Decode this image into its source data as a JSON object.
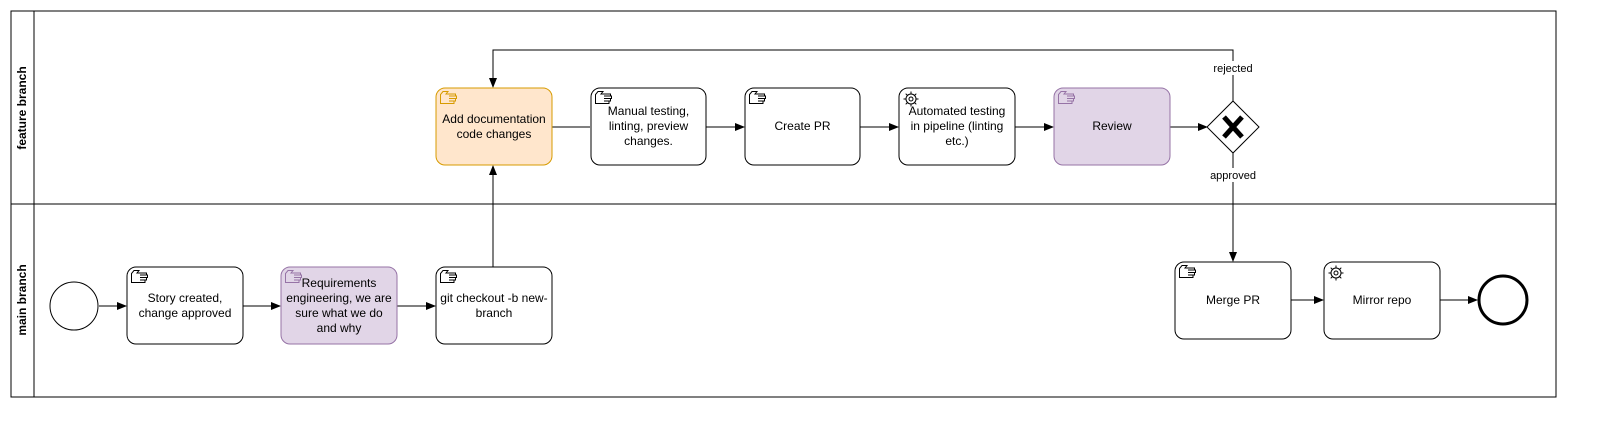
{
  "lanes": {
    "feature": "feature branch",
    "main": "main branch"
  },
  "tasks": {
    "story": {
      "label": "Story created, change approved",
      "kind": "manual",
      "fill": "#ffffff",
      "stroke": "#000000"
    },
    "requirements": {
      "label": "Requirements engineering, we are sure what we do and why",
      "kind": "manual",
      "fill": "#e1d5e7",
      "stroke": "#9673a6"
    },
    "checkout": {
      "label": "git checkout -b new-branch",
      "kind": "manual",
      "fill": "#ffffff",
      "stroke": "#000000"
    },
    "add_docs": {
      "label": "Add documentation code changes",
      "kind": "manual",
      "fill": "#ffe6cc",
      "stroke": "#d79b00"
    },
    "manual_testing": {
      "label": "Manual testing, linting, preview changes.",
      "kind": "manual",
      "fill": "#ffffff",
      "stroke": "#000000"
    },
    "create_pr": {
      "label": "Create PR",
      "kind": "manual",
      "fill": "#ffffff",
      "stroke": "#000000"
    },
    "automated_testing": {
      "label": "Automated testing in pipeline (linting etc.)",
      "kind": "service",
      "fill": "#ffffff",
      "stroke": "#000000"
    },
    "review": {
      "label": "Review",
      "kind": "manual",
      "fill": "#e1d5e7",
      "stroke": "#9673a6"
    },
    "merge_pr": {
      "label": "Merge PR",
      "kind": "manual",
      "fill": "#ffffff",
      "stroke": "#000000"
    },
    "mirror_repo": {
      "label": "Mirror repo",
      "kind": "service",
      "fill": "#ffffff",
      "stroke": "#000000"
    }
  },
  "gateway": {
    "type": "exclusive"
  },
  "edge_labels": {
    "rejected": "rejected",
    "approved": "approved"
  }
}
